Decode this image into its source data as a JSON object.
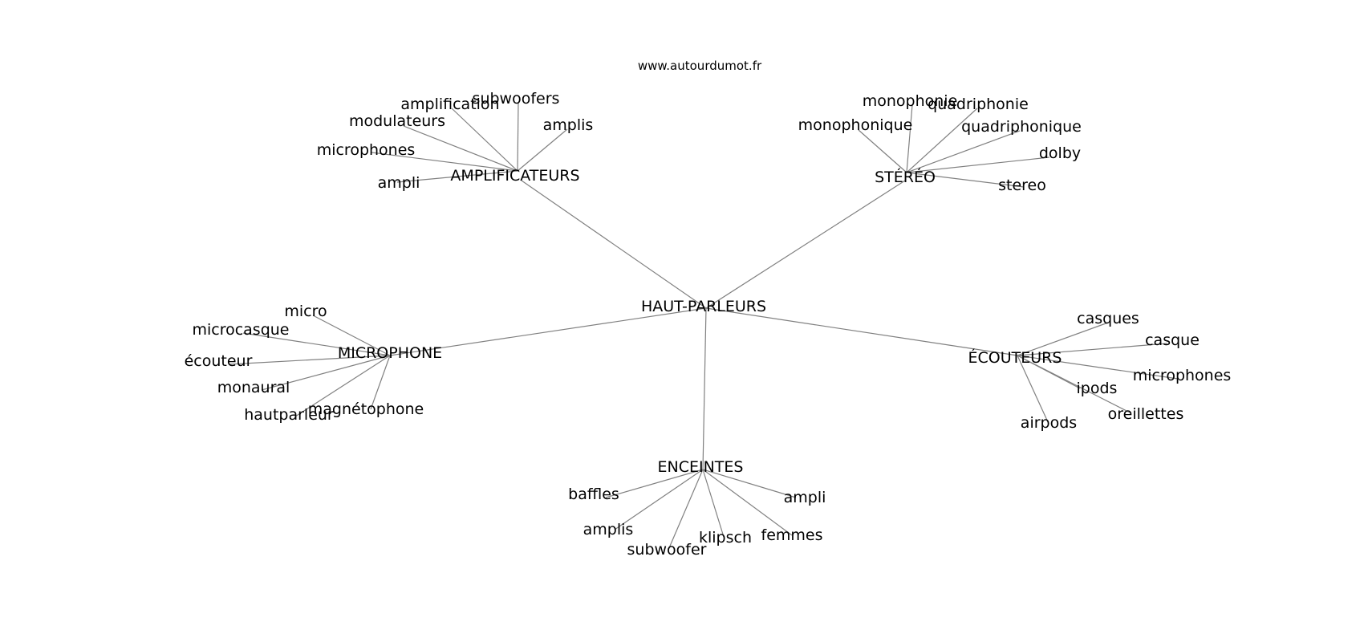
{
  "source": "www.autourdumot.fr",
  "center": "HAUT-PARLEURS",
  "hubs": [
    {
      "id": "amplificateurs",
      "label": "AMPLIFICATEURS",
      "leaves": [
        "amplification",
        "subwoofers",
        "amplis",
        "modulateurs",
        "microphones",
        "ampli"
      ]
    },
    {
      "id": "stereo",
      "label": "STÉRÉO",
      "leaves": [
        "monophonie",
        "quadriphonie",
        "monophonique",
        "quadriphonique",
        "dolby",
        "stereo"
      ]
    },
    {
      "id": "microphone",
      "label": "MICROPHONE",
      "leaves": [
        "micro",
        "microcasque",
        "écouteur",
        "monaural",
        "hautparleur",
        "magnétophone"
      ]
    },
    {
      "id": "ecouteurs",
      "label": "ÉCOUTEURS",
      "leaves": [
        "casques",
        "casque",
        "microphones",
        "ipods",
        "oreillettes",
        "airpods"
      ]
    },
    {
      "id": "enceintes",
      "label": "ENCEINTES",
      "leaves": [
        "baffles",
        "ampli",
        "amplis",
        "subwoofer",
        "klipsch",
        "femmes"
      ]
    }
  ]
}
